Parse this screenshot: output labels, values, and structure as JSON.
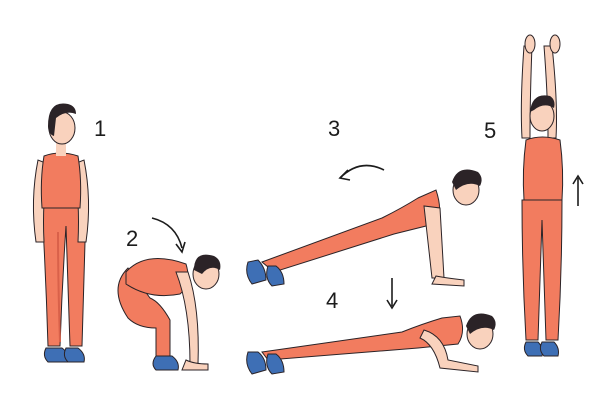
{
  "illustration": {
    "subject": "burpee-exercise-sequence",
    "colors": {
      "outfit": "#f27c5f",
      "outfit_shadow": "#d9614a",
      "skin": "#f9d2bd",
      "hair": "#2b2327",
      "shoes": "#3e6fb5",
      "outline": "#2b2327",
      "arrow": "#1c1c1c"
    }
  },
  "steps": [
    {
      "number": "1",
      "pose": "standing",
      "arrow": null
    },
    {
      "number": "2",
      "pose": "squat-hands-down",
      "arrow": "curved-down-arrow"
    },
    {
      "number": "3",
      "pose": "plank",
      "arrow": "curved-left-arrow"
    },
    {
      "number": "4",
      "pose": "push-up-down",
      "arrow": "down-arrow"
    },
    {
      "number": "5",
      "pose": "jump-arms-up",
      "arrow": "up-arrow"
    }
  ]
}
